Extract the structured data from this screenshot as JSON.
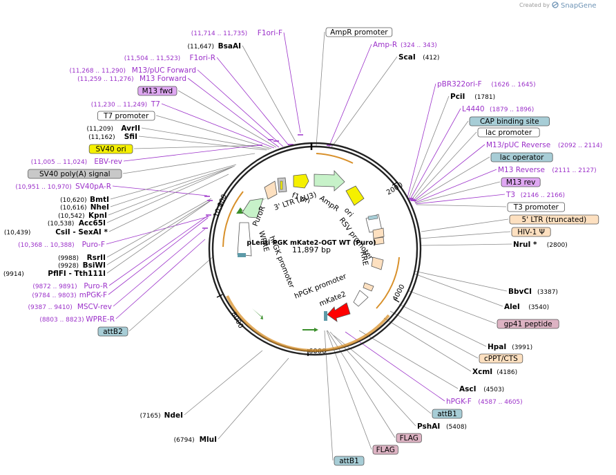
{
  "credit": {
    "prefix": "Created by",
    "brand": "SnapGene"
  },
  "plasmid": {
    "name": "pLenti PGK mKate2-OGT WT (Puro)",
    "size_label": "11,897 bp",
    "length": 11897
  },
  "ticks": [
    {
      "pos": 2000,
      "label": "2000"
    },
    {
      "pos": 4000,
      "label": "4000"
    },
    {
      "pos": 6000,
      "label": "6000"
    },
    {
      "pos": 8000,
      "label": "8000"
    },
    {
      "pos": 10000,
      "label": "10,000"
    }
  ],
  "colors": {
    "primer": "#9b30c9",
    "orange_line": "#e3a33a",
    "grey_line": "#888888",
    "yellow": "#f5f000",
    "green": "#c7f2c9",
    "white": "#ffffff",
    "peach": "#fde0c0",
    "red": "#ff0000",
    "teal": "#5d9aa8",
    "lavender": "#dfa8f2",
    "pink": "#ddb3c3",
    "lightblue": "#a7cdd6",
    "grey": "#c8c8c8",
    "olive": "#e8cc9f"
  },
  "features": [
    {
      "label": "f1 ori"
    },
    {
      "label": "AmpR"
    },
    {
      "label": "3' LTR (ΔU3)"
    },
    {
      "label": "PuroR"
    },
    {
      "label": "ori"
    },
    {
      "label": "RSV promoter"
    },
    {
      "label": "RRE"
    },
    {
      "label": "WPRE"
    },
    {
      "label": "hPGK promoter"
    },
    {
      "label": "hPGK promoter"
    },
    {
      "label": "mKate2"
    }
  ],
  "left_labels": [
    {
      "kind": "primer",
      "range": "(11,714 .. 11,735)",
      "name": "F1ori-F"
    },
    {
      "kind": "enzyme",
      "pos": "(11,647)",
      "name": "BsaAI"
    },
    {
      "kind": "primer",
      "range": "(11,504 .. 11,523)",
      "name": "F1ori-R"
    },
    {
      "kind": "primer",
      "range": "(11,268 .. 11,290)",
      "name": "M13/pUC Forward"
    },
    {
      "kind": "primer",
      "range": "(11,259 .. 11,276)",
      "name": "M13 Forward"
    },
    {
      "kind": "box",
      "name": "M13 fwd",
      "fill": "#dfa8f2"
    },
    {
      "kind": "primer",
      "range": "(11,230 .. 11,249)",
      "name": "T7"
    },
    {
      "kind": "box",
      "name": "T7 promoter",
      "fill": "#ffffff"
    },
    {
      "kind": "enzyme",
      "pos": "(11,209)",
      "name": "AvrII"
    },
    {
      "kind": "enzyme",
      "pos": "(11,162)",
      "name": "SfiI"
    },
    {
      "kind": "box",
      "name": "SV40 ori",
      "fill": "#f5f000"
    },
    {
      "kind": "primer",
      "range": "(11,005 .. 11,024)",
      "name": "EBV-rev"
    },
    {
      "kind": "box",
      "name": "SV40 poly(A) signal",
      "fill": "#c8c8c8"
    },
    {
      "kind": "primer",
      "range": "(10,951 .. 10,970)",
      "name": "SV40pA-R"
    },
    {
      "kind": "enzyme",
      "pos": "(10,620)",
      "name": "BmtI"
    },
    {
      "kind": "enzyme",
      "pos": "(10,616)",
      "name": "NheI"
    },
    {
      "kind": "enzyme",
      "pos": "(10,542)",
      "name": "KpnI"
    },
    {
      "kind": "enzyme",
      "pos": "(10,538)",
      "name": "Acc65I"
    },
    {
      "kind": "enzyme",
      "pos": "(10,439)",
      "name": "CsiI  -  SexAI *"
    },
    {
      "kind": "primer",
      "range": "(10,368 .. 10,388)",
      "name": "Puro-F"
    },
    {
      "kind": "enzyme",
      "pos": "(9988)",
      "name": "RsrII"
    },
    {
      "kind": "enzyme",
      "pos": "(9928)",
      "name": "BsiWI"
    },
    {
      "kind": "enzyme",
      "pos": "(9914)",
      "name": "PflFI  -  Tth111I"
    },
    {
      "kind": "primer",
      "range": "(9872 .. 9891)",
      "name": "Puro-R"
    },
    {
      "kind": "primer",
      "range": "(9784 .. 9803)",
      "name": "mPGK-F"
    },
    {
      "kind": "primer",
      "range": "(9387 .. 9410)",
      "name": "MSCV-rev"
    },
    {
      "kind": "primer",
      "range": "(8803 .. 8823)",
      "name": "WPRE-R"
    },
    {
      "kind": "box",
      "name": "attB2",
      "fill": "#a7cdd6"
    },
    {
      "kind": "enzyme",
      "pos": "(7165)",
      "name": "NdeI"
    },
    {
      "kind": "enzyme",
      "pos": "(6794)",
      "name": "MluI"
    }
  ],
  "right_labels": [
    {
      "kind": "box",
      "name": "AmpR promoter",
      "fill": "#ffffff"
    },
    {
      "kind": "primer",
      "name": "Amp-R",
      "range": "(324 .. 343)"
    },
    {
      "kind": "enzyme",
      "name": "ScaI",
      "pos": "(412)"
    },
    {
      "kind": "primer",
      "name": "pBR322ori-F",
      "range": "(1626 .. 1645)"
    },
    {
      "kind": "enzyme",
      "name": "PciI",
      "pos": "(1781)"
    },
    {
      "kind": "primer",
      "name": "L4440",
      "range": "(1879 .. 1896)"
    },
    {
      "kind": "box",
      "name": "CAP binding site",
      "fill": "#a7cdd6"
    },
    {
      "kind": "box",
      "name": "lac promoter",
      "fill": "#ffffff"
    },
    {
      "kind": "primer",
      "name": "M13/pUC Reverse",
      "range": "(2092 .. 2114)"
    },
    {
      "kind": "box",
      "name": "lac operator",
      "fill": "#a7cdd6"
    },
    {
      "kind": "primer",
      "name": "M13 Reverse",
      "range": "(2111 .. 2127)"
    },
    {
      "kind": "box",
      "name": "M13 rev",
      "fill": "#dfa8f2"
    },
    {
      "kind": "primer",
      "name": "T3",
      "range": "(2146 .. 2166)"
    },
    {
      "kind": "box",
      "name": "T3 promoter",
      "fill": "#ffffff"
    },
    {
      "kind": "box",
      "name": "5' LTR (truncated)",
      "fill": "#fde0c0"
    },
    {
      "kind": "box",
      "name": "HIV-1 Ψ",
      "fill": "#fde0c0"
    },
    {
      "kind": "enzyme",
      "name": "NruI *",
      "pos": "(2800)"
    },
    {
      "kind": "enzyme",
      "name": "BbvCI",
      "pos": "(3387)"
    },
    {
      "kind": "enzyme",
      "name": "AleI",
      "pos": "(3540)"
    },
    {
      "kind": "box",
      "name": "gp41 peptide",
      "fill": "#ddb3c3"
    },
    {
      "kind": "enzyme",
      "name": "HpaI",
      "pos": "(3991)"
    },
    {
      "kind": "box",
      "name": "cPPT/CTS",
      "fill": "#fde0c0"
    },
    {
      "kind": "enzyme",
      "name": "XcmI",
      "pos": "(4186)"
    },
    {
      "kind": "enzyme",
      "name": "AscI",
      "pos": "(4503)"
    },
    {
      "kind": "primer",
      "name": "hPGK-F",
      "range": "(4587 .. 4605)"
    },
    {
      "kind": "box",
      "name": "attB1",
      "fill": "#a7cdd6"
    },
    {
      "kind": "enzyme",
      "name": "PshAI",
      "pos": "(5408)"
    },
    {
      "kind": "box",
      "name": "FLAG",
      "fill": "#ddb3c3"
    },
    {
      "kind": "box",
      "name": "FLAG",
      "fill": "#ddb3c3"
    },
    {
      "kind": "box",
      "name": "attB1",
      "fill": "#a7cdd6"
    }
  ]
}
